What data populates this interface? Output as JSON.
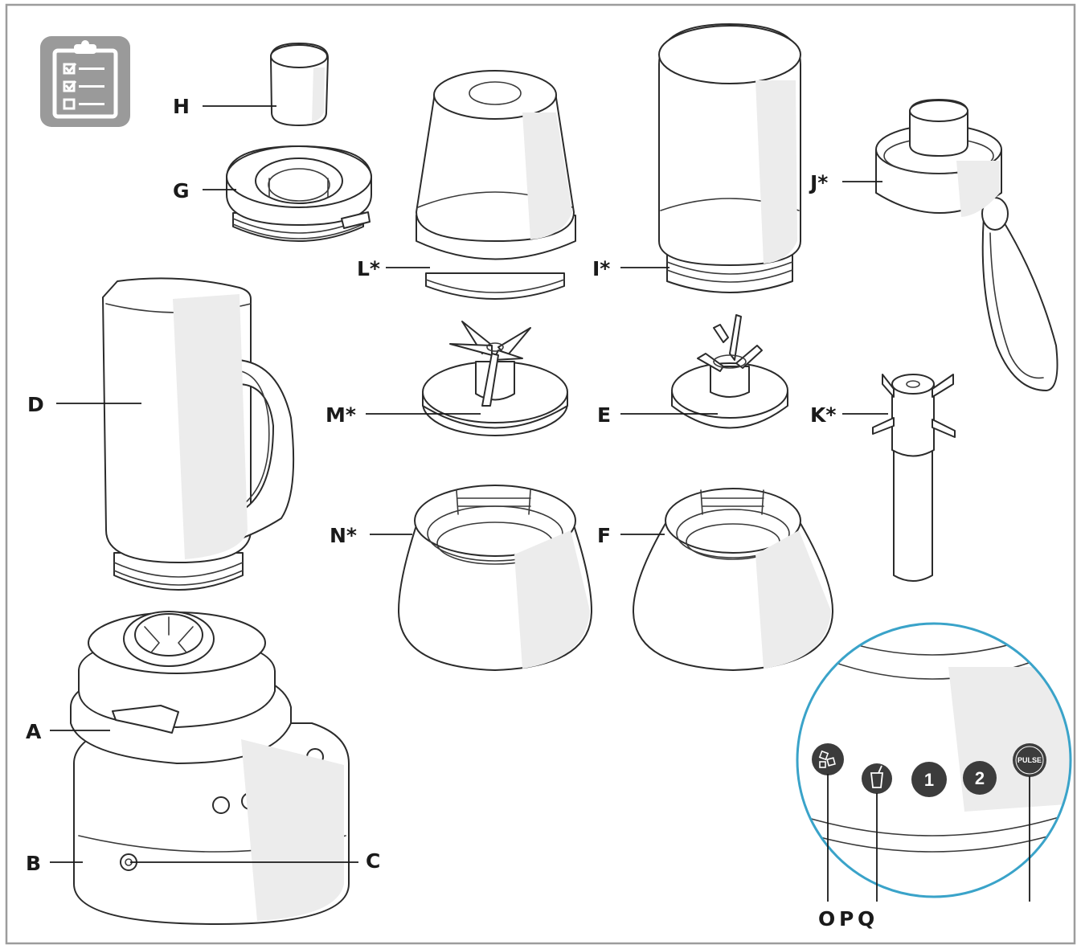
{
  "figure": {
    "parts": [
      {
        "id": "A",
        "label": "A"
      },
      {
        "id": "B",
        "label": "B"
      },
      {
        "id": "C",
        "label": "C"
      },
      {
        "id": "D",
        "label": "D"
      },
      {
        "id": "E",
        "label": "E"
      },
      {
        "id": "F",
        "label": "F"
      },
      {
        "id": "G",
        "label": "G"
      },
      {
        "id": "H",
        "label": "H"
      },
      {
        "id": "I",
        "label": "I*"
      },
      {
        "id": "J",
        "label": "J*"
      },
      {
        "id": "K",
        "label": "K*"
      },
      {
        "id": "L",
        "label": "L*"
      },
      {
        "id": "M",
        "label": "M*"
      },
      {
        "id": "N",
        "label": "N*"
      },
      {
        "id": "O",
        "label": "O"
      },
      {
        "id": "P",
        "label": "P"
      },
      {
        "id": "Q",
        "label": "Q"
      }
    ],
    "control_panel": {
      "buttons": [
        "1",
        "2",
        "PULSE"
      ],
      "ring_color": "#3aa3c9"
    },
    "icons": {
      "checklist": "checklist-clipboard-icon",
      "ice": "ice-crush-icon",
      "smoothie": "smoothie-cup-icon"
    },
    "colors": {
      "outline": "#2b2b2b",
      "shade": "#ececec",
      "badge": "#9a9a9a",
      "button": "#3c3c3c",
      "frame": "#9c9c9c"
    }
  }
}
